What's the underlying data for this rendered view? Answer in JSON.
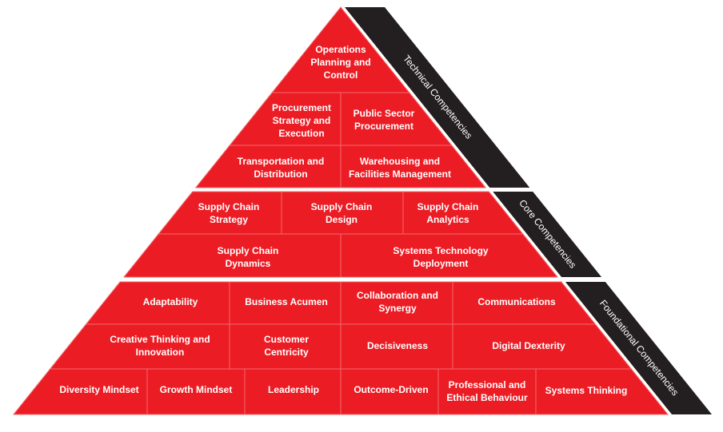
{
  "colors": {
    "cell": "#ec1c24",
    "stripe": "#231f20",
    "text": "#ffffff"
  },
  "tiers": [
    {
      "label": "Technical Competencies",
      "rows": [
        [
          {
            "lines": [
              "Operations",
              "Planning and",
              "Control"
            ]
          }
        ],
        [
          {
            "lines": [
              "Procurement",
              "Strategy and",
              "Execution"
            ]
          },
          {
            "lines": [
              "Public Sector",
              "Procurement"
            ]
          }
        ],
        [
          {
            "lines": [
              "Transportation and",
              "Distribution"
            ]
          },
          {
            "lines": [
              "Warehousing and",
              "Facilities Management"
            ]
          }
        ]
      ]
    },
    {
      "label": "Core Competencies",
      "rows": [
        [
          {
            "lines": [
              "Supply Chain",
              "Strategy"
            ]
          },
          {
            "lines": [
              "Supply Chain",
              "Design"
            ]
          },
          {
            "lines": [
              "Supply Chain",
              "Analytics"
            ]
          }
        ],
        [
          {
            "lines": [
              "Supply Chain",
              "Dynamics"
            ]
          },
          {
            "lines": [
              "Systems Technology",
              "Deployment"
            ]
          }
        ]
      ]
    },
    {
      "label": "Foundational Competencies",
      "rows": [
        [
          {
            "lines": [
              "Adaptability"
            ]
          },
          {
            "lines": [
              "Business Acumen"
            ]
          },
          {
            "lines": [
              "Collaboration and",
              "Synergy"
            ]
          },
          {
            "lines": [
              "Communications"
            ]
          }
        ],
        [
          {
            "lines": [
              "Creative Thinking and",
              "Innovation"
            ]
          },
          {
            "lines": [
              "Customer",
              "Centricity"
            ]
          },
          {
            "lines": [
              "Decisiveness"
            ]
          },
          {
            "lines": [
              "Digital Dexterity"
            ]
          }
        ],
        [
          {
            "lines": [
              "Diversity Mindset"
            ]
          },
          {
            "lines": [
              "Growth Mindset"
            ]
          },
          {
            "lines": [
              "Leadership"
            ]
          },
          {
            "lines": [
              "Outcome-Driven"
            ]
          },
          {
            "lines": [
              "Professional and",
              "Ethical Behaviour"
            ]
          },
          {
            "lines": [
              "Systems Thinking"
            ]
          }
        ]
      ]
    }
  ]
}
